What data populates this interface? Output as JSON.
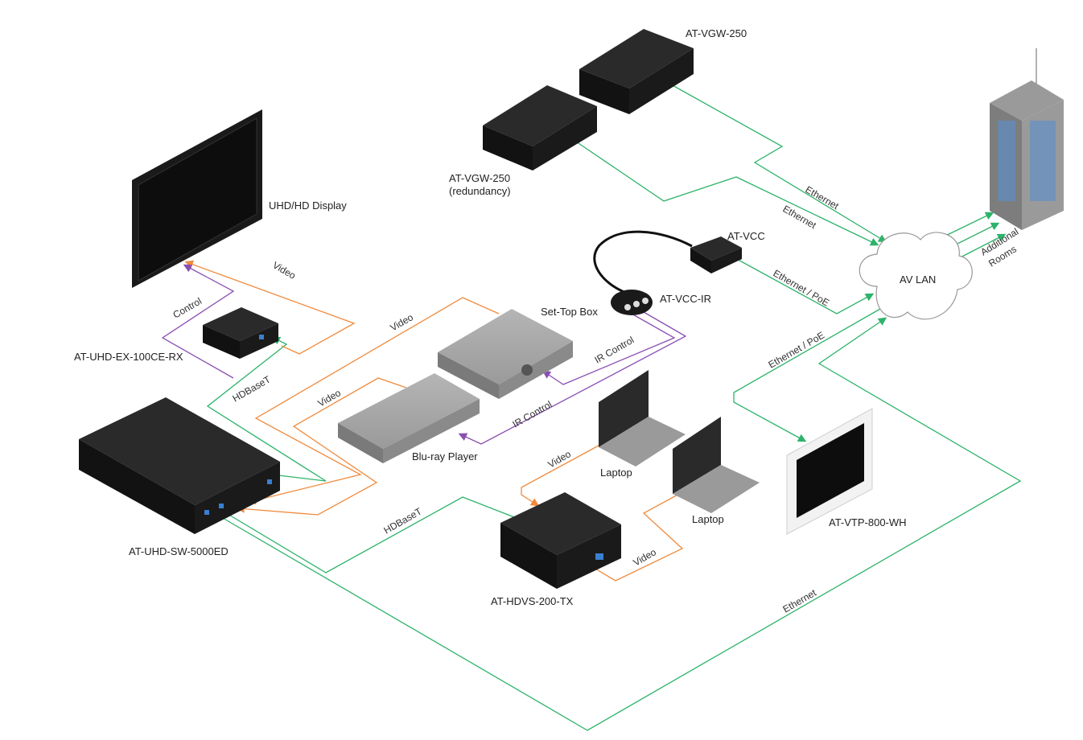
{
  "devices": {
    "display": "UHD/HD Display",
    "rx": "AT-UHD-EX-100CE-RX",
    "switcher": "AT-UHD-SW-5000ED",
    "vgw_top": "AT-VGW-250",
    "vgw_redundant_line1": "AT-VGW-250",
    "vgw_redundant_line2": "(redundancy)",
    "vcc": "AT-VCC",
    "vcc_ir": "AT-VCC-IR",
    "set_top_box": "Set-Top Box",
    "bluray": "Blu-ray Player",
    "laptop1": "Laptop",
    "laptop2": "Laptop",
    "hdvs": "AT-HDVS-200-TX",
    "touch_panel": "AT-VTP-800-WH",
    "av_lan": "AV LAN",
    "additional_rooms_line1": "Additional",
    "additional_rooms_line2": "Rooms"
  },
  "wires": {
    "control": "Control",
    "video_display": "Video",
    "hdbaset_rx": "HDBaseT",
    "video_stb": "Video",
    "video_bluray": "Video",
    "ir_control_stb": "IR Control",
    "ir_control_bluray": "IR Control",
    "ethernet_vgw1": "Ethernet",
    "ethernet_vgw2": "Ethernet",
    "ethernet_poe_vcc": "Ethernet / PoE",
    "ethernet_poe_panel": "Ethernet / PoE",
    "video_laptop1": "Video",
    "video_laptop2": "Video",
    "hdbaset_tx": "HDBaseT",
    "ethernet_bottom": "Ethernet"
  },
  "colors": {
    "ethernet": "#2db36a",
    "video": "#f08a3c",
    "control": "#8a4fb3",
    "device_dark": "#1b1b1b",
    "device_gray": "#8c8c8c"
  }
}
